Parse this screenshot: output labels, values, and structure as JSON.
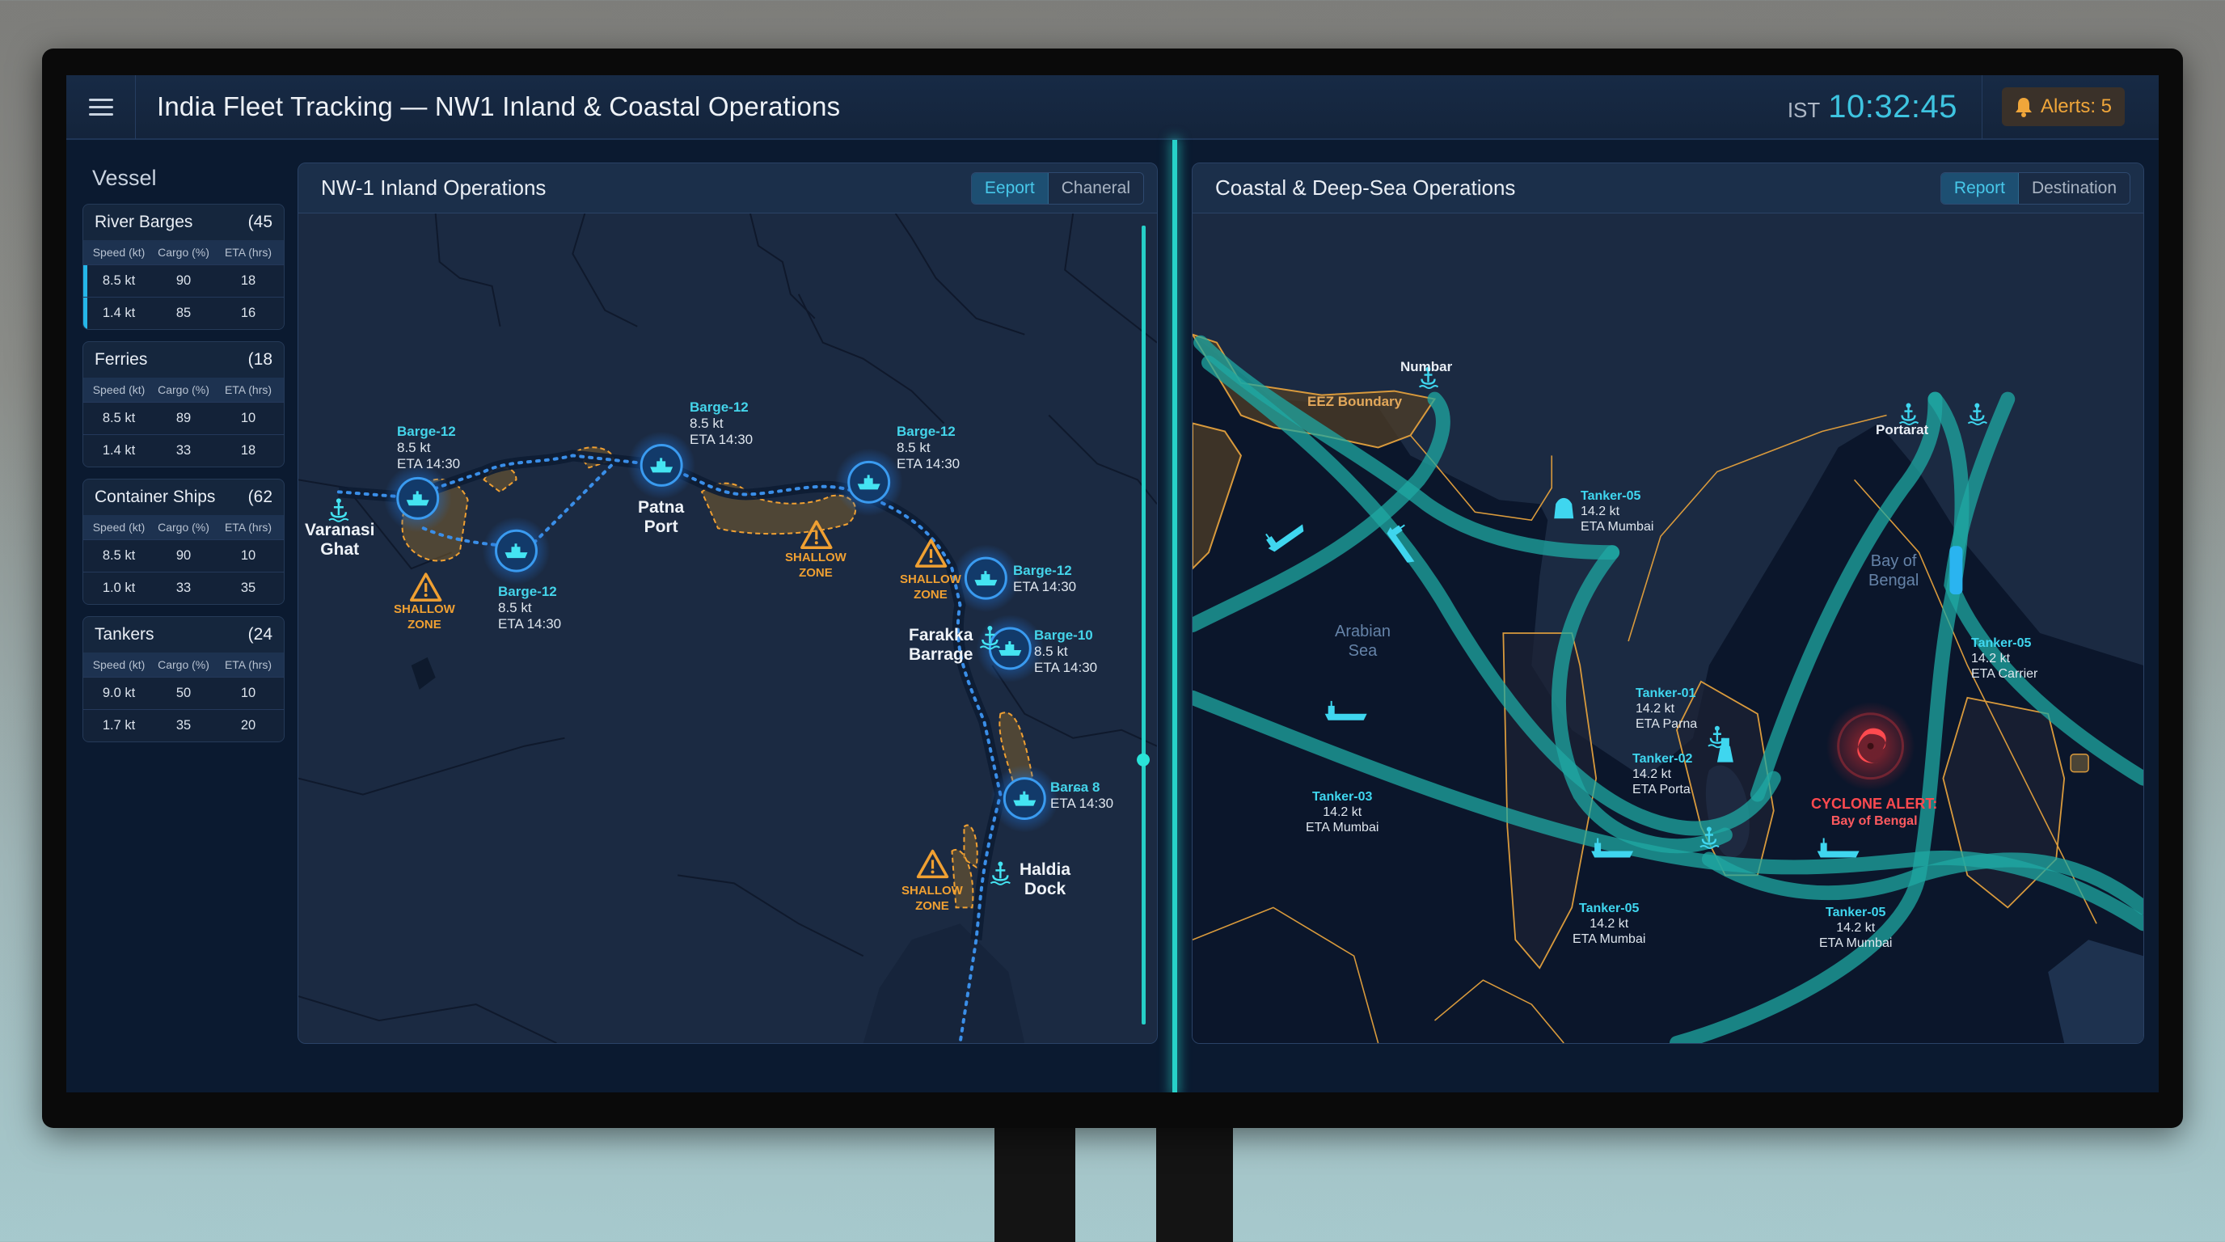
{
  "header": {
    "title": "India Fleet Tracking — NW1 Inland & Coastal Operations",
    "timezone": "IST",
    "time": "10:32:45",
    "alerts_label": "Alerts: 5",
    "icons": {
      "menu": "hamburger-menu-icon",
      "alerts": "bell-icon"
    }
  },
  "sidebar": {
    "title": "Vessel",
    "columns": [
      "Speed (kt)",
      "Cargo (%)",
      "ETA (hrs)"
    ],
    "groups": [
      {
        "name": "River Barges",
        "count": "(45",
        "rows": [
          [
            "8.5 kt",
            "90",
            "18"
          ],
          [
            "1.4 kt",
            "85",
            "16"
          ]
        ]
      },
      {
        "name": "Ferries",
        "count": "(18",
        "rows": [
          [
            "8.5 kt",
            "89",
            "10"
          ],
          [
            "1.4 kt",
            "33",
            "18"
          ]
        ]
      },
      {
        "name": "Container Ships",
        "count": "(62",
        "rows": [
          [
            "8.5 kt",
            "90",
            "10"
          ],
          [
            "1.0 kt",
            "33",
            "35"
          ]
        ]
      },
      {
        "name": "Tankers",
        "count": "(24",
        "rows": [
          [
            "9.0 kt",
            "50",
            "10"
          ],
          [
            "1.7 kt",
            "35",
            "20"
          ]
        ]
      }
    ]
  },
  "inland_panel": {
    "title": "NW-1 Inland Operations",
    "tabs": [
      {
        "label": "Eeport",
        "active": true
      },
      {
        "label": "Chaneral",
        "active": false
      }
    ],
    "places": [
      {
        "line1": "Varanasi",
        "line2": "Ghat"
      },
      {
        "line1": "Patna",
        "line2": "Port"
      },
      {
        "line1": "Farakka",
        "line2": "Barrage"
      },
      {
        "line1": "Haldia",
        "line2": "Dock"
      }
    ],
    "vessels": [
      {
        "name": "Barge-12",
        "speed": "8.5 kt",
        "eta": "ETA 14:30"
      },
      {
        "name": "Barge-12",
        "speed": "8.5 kt",
        "eta": "ETA 14:30"
      },
      {
        "name": "Barge-12",
        "speed": "8.5 kt",
        "eta": "ETA 14:30"
      },
      {
        "name": "Barge-12",
        "speed": "8.5 kt",
        "eta": "ETA 14:30"
      },
      {
        "name": "Barge-12",
        "speed": "",
        "eta": "ETA 14:30"
      },
      {
        "name": "Barge-10",
        "speed": "8.5 kt",
        "eta": "ETA 14:30"
      },
      {
        "name": "Barɕa 8",
        "speed": "",
        "eta": "ETA 14:30"
      }
    ],
    "hazard": {
      "line1": "SHALLOW",
      "line2": "ZONE",
      "count": 4
    },
    "colors": {
      "route": "#3a8ee8",
      "hazard": "#f0a032",
      "vessel": "#3ee0f0"
    }
  },
  "coastal_panel": {
    "title": "Coastal & Deep-Sea Operations",
    "tabs": [
      {
        "label": "Report",
        "active": true
      },
      {
        "label": "Destination",
        "active": false
      }
    ],
    "regions": {
      "eez": "EEZ Boundary",
      "arabian": [
        "Arabian",
        "Sea"
      ],
      "bengal": [
        "Bay of",
        "Bengal"
      ]
    },
    "ports": [
      "Numbar",
      "Portarat"
    ],
    "vessels": [
      {
        "name": "Tanker-05",
        "speed": "14.2 kt",
        "eta": "ETA Mumbai"
      },
      {
        "name": "Tanker-01",
        "speed": "14.2 kt",
        "eta": "ETA Parna"
      },
      {
        "name": "Tanker-02",
        "speed": "14.2 kt",
        "eta": "ETA Porta"
      },
      {
        "name": "Tanker-05",
        "speed": "14.2 kt",
        "eta": "ETA Carrier"
      },
      {
        "name": "Tanker-03",
        "speed": "14.2 kt",
        "eta": "ETA Mumbai"
      },
      {
        "name": "Tanker-05",
        "speed": "14.2 kt",
        "eta": "ETA Mumbai"
      },
      {
        "name": "Tanker-05",
        "speed": "14.2 kt",
        "eta": "ETA Mumbai"
      }
    ],
    "cyclone": {
      "title": "CYCLONE ALERT:",
      "location": "Bay of Bengal",
      "color": "#e8393f"
    },
    "colors": {
      "lane": "#1fa8a3",
      "eez": "#d99a3c",
      "vessel": "#3fd6ef"
    }
  }
}
